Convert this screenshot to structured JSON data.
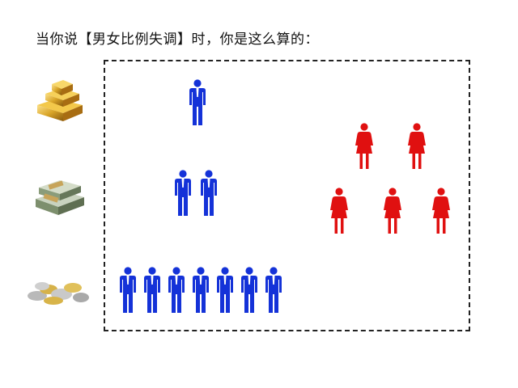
{
  "title": "当你说【男女比例失调】时，你是这么算的：",
  "rows": [
    {
      "icon": "gold-bars-icon",
      "men": 1,
      "women": 0
    },
    {
      "icon": "cash-stack-icon",
      "men": 2,
      "women": 5
    },
    {
      "icon": "coins-icon",
      "men": 7,
      "women": 0
    }
  ],
  "colors": {
    "male": "#1432d8",
    "female": "#e01010"
  }
}
